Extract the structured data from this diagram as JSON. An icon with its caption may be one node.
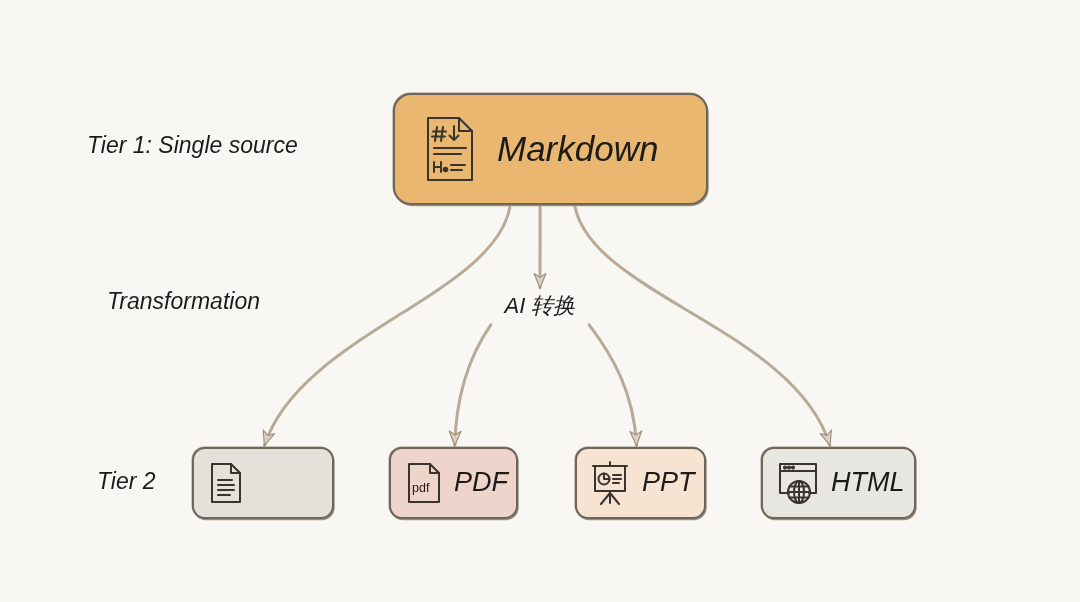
{
  "diagram": {
    "nodes": [
      {
        "text": [
          "Markdown"
        ]
      },
      {
        "text": [
          "AI 转换"
        ]
      },
      {
        "text": [],
        "shape": "box"
      },
      {
        "text": [
          "pdf",
          "PDF"
        ]
      },
      {
        "text": [
          "PPT"
        ]
      },
      {
        "text": [
          "HTML"
        ]
      }
    ],
    "edges": [
      {
        "from": 0,
        "to": 2,
        "arrow": "to"
      },
      {
        "from": 0,
        "to": 1,
        "arrow": "to"
      },
      {
        "from": 0,
        "to": 5,
        "arrow": "to"
      },
      {
        "from": 1,
        "to": 3,
        "arrow": "to"
      },
      {
        "from": 1,
        "to": 4,
        "arrow": "to"
      }
    ],
    "labels": [
      "Tier 1: Single source",
      "Transformation",
      "Tier 2"
    ]
  }
}
